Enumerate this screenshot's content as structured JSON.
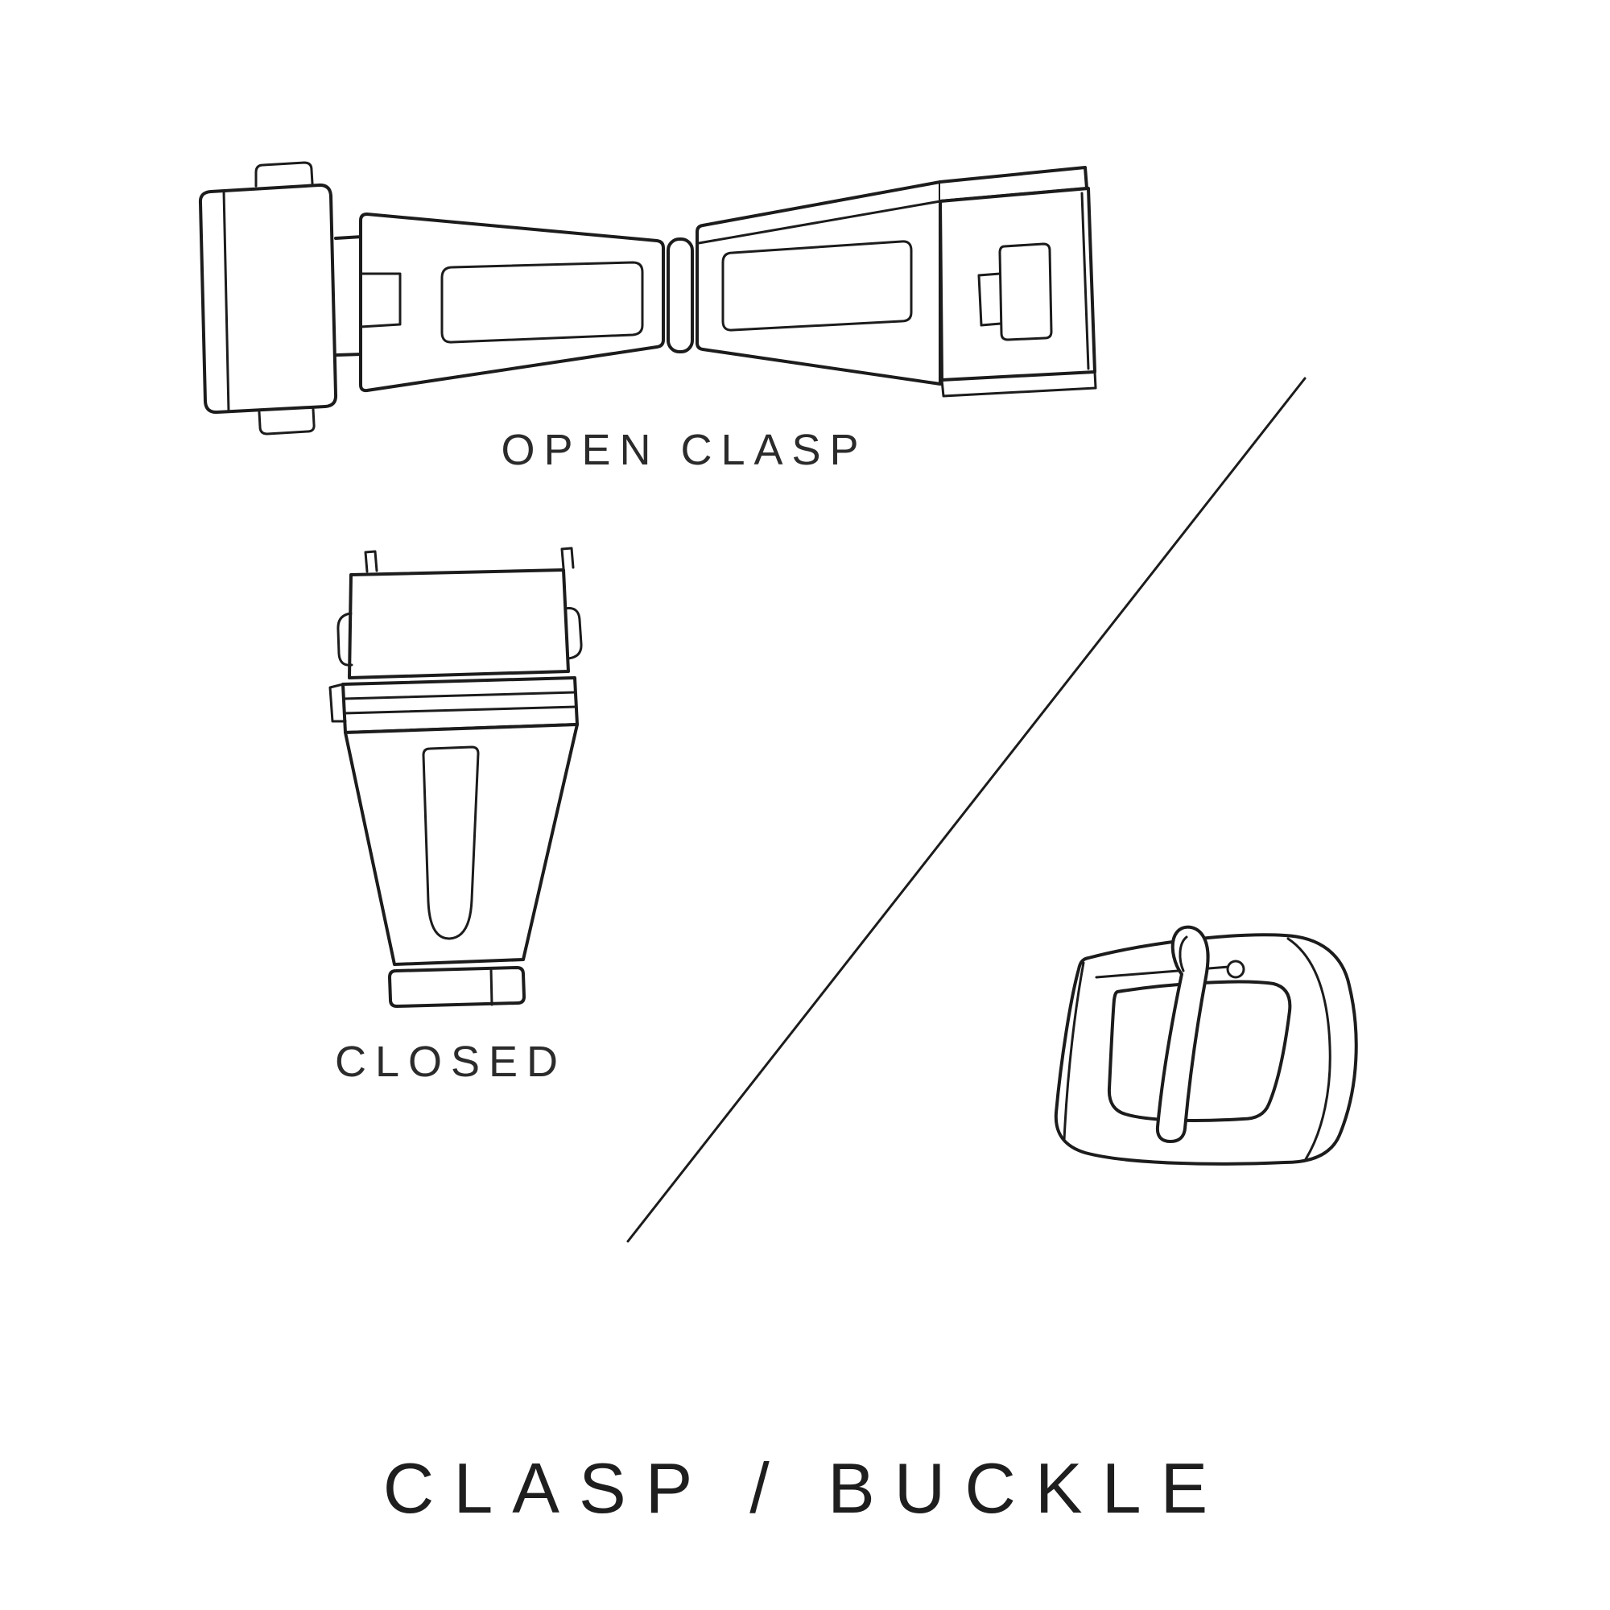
{
  "canvas": {
    "background": "#ffffff",
    "line_color": "#1c1c1c",
    "text_color": "#2b2b2b"
  },
  "labels": {
    "open_clasp": "OPEN CLASP",
    "closed": "CLOSED",
    "title": "CLASP / BUCKLE"
  },
  "icons": {
    "open_clasp_drawing": "open-deployant-clasp-line-art",
    "closed_clasp_drawing": "closed-deployant-clasp-line-art",
    "buckle_drawing": "tang-buckle-line-art",
    "divider": "diagonal-divider-line"
  }
}
